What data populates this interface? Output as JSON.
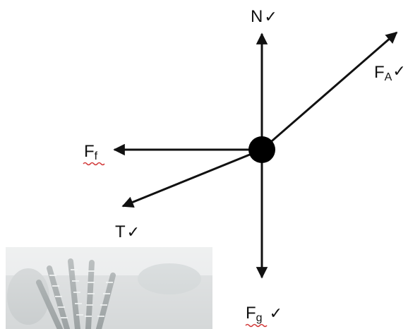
{
  "labels": {
    "normal": {
      "symbol": "N",
      "check": "✓"
    },
    "applied": {
      "symbol": "F",
      "sub": "A",
      "check": "✓"
    },
    "friction": {
      "symbol": "F",
      "sub": "f"
    },
    "tension": {
      "symbol": "T",
      "check": "✓"
    },
    "gravity": {
      "symbol": "F",
      "sub": "g",
      "check": "✓"
    }
  },
  "colors": {
    "ink": "#111111",
    "spellcheck": "#d23a3a",
    "background": "#ffffff"
  },
  "decor": {
    "bottom_left_photo": "plant-photo"
  }
}
